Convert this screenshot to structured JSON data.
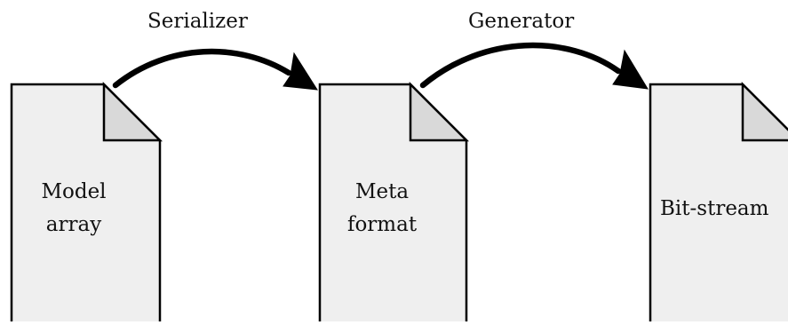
{
  "edges": [
    {
      "from": "model_array",
      "to": "meta_format",
      "label": "Serializer"
    },
    {
      "from": "meta_format",
      "to": "bit_stream",
      "label": "Generator"
    }
  ],
  "nodes": {
    "model_array": {
      "line1": "Model",
      "line2": "array"
    },
    "meta_format": {
      "line1": "Meta",
      "line2": "format"
    },
    "bit_stream": {
      "label": "Bit-stream"
    }
  }
}
